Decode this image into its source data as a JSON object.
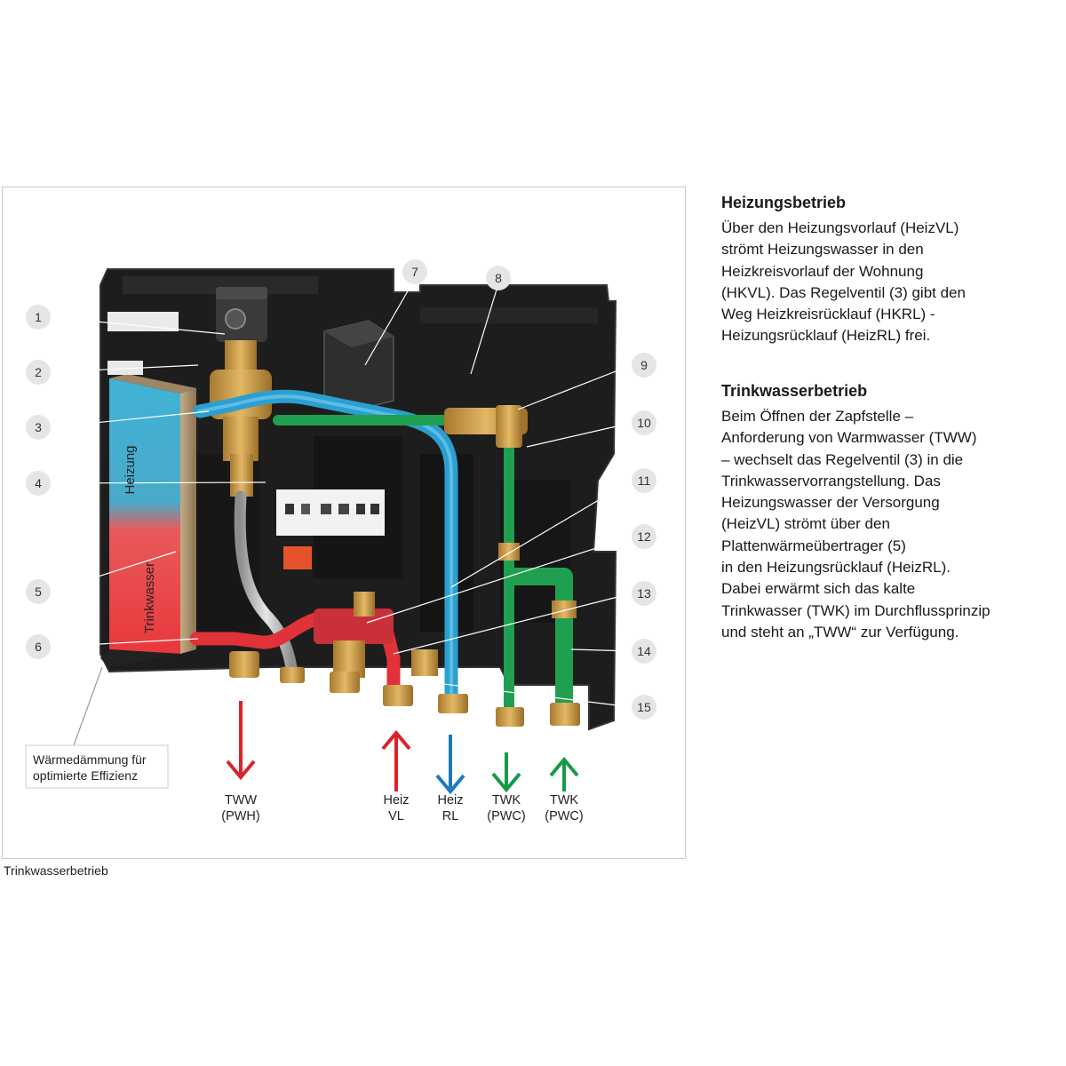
{
  "callouts": [
    "1",
    "2",
    "3",
    "4",
    "5",
    "6",
    "7",
    "8",
    "9",
    "10",
    "11",
    "12",
    "13",
    "14",
    "15"
  ],
  "exchanger_labels": {
    "top": "Heizung",
    "bottom": "Trinkwasser"
  },
  "insulation_note": [
    "Wärmedämmung für",
    "optimierte Effizienz"
  ],
  "connections": [
    {
      "line1": "TWW",
      "line2": "(PWH)",
      "direction": "down",
      "color": "#d9232a"
    },
    {
      "line1": "Heiz",
      "line2": "VL",
      "direction": "up",
      "color": "#d9232a"
    },
    {
      "line1": "Heiz",
      "line2": "RL",
      "direction": "down",
      "color": "#1a7ac2"
    },
    {
      "line1": "TWK",
      "line2": "(PWC)",
      "direction": "down",
      "color": "#169a4a"
    },
    {
      "line1": "TWK",
      "line2": "(PWC)",
      "direction": "up",
      "color": "#169a4a"
    }
  ],
  "figure_caption": "Trinkwasserbetrieb",
  "heating_mode": {
    "title": "Heizungsbetrieb",
    "lines": [
      "Über den Heizungsvorlauf (HeizVL)",
      "strömt Heizungswasser in den",
      "Heizkreisvorlauf der Wohnung",
      "(HKVL). Das Regelventil (3) gibt den",
      "Weg Heizkreisrücklauf (HKRL) -",
      "Heizungsrücklauf (HeizRL) frei."
    ]
  },
  "water_mode": {
    "title": "Trinkwasserbetrieb",
    "lines": [
      "Beim Öffnen der Zapfstelle –",
      "Anforderung von Warmwasser (TWW)",
      "– wechselt das Regelventil (3) in die",
      "Trinkwasservorrangstellung. Das",
      "Heizungswasser der Versorgung",
      "(HeizVL) strömt über den",
      "Plattenwärmeübertrager (5)",
      "in den Heizungsrücklauf (HeizRL).",
      "Dabei erwärmt sich das kalte",
      "Trinkwasser (TWK) im Durchflussprinzip",
      "und steht an „TWW“ zur Verfügung."
    ]
  }
}
